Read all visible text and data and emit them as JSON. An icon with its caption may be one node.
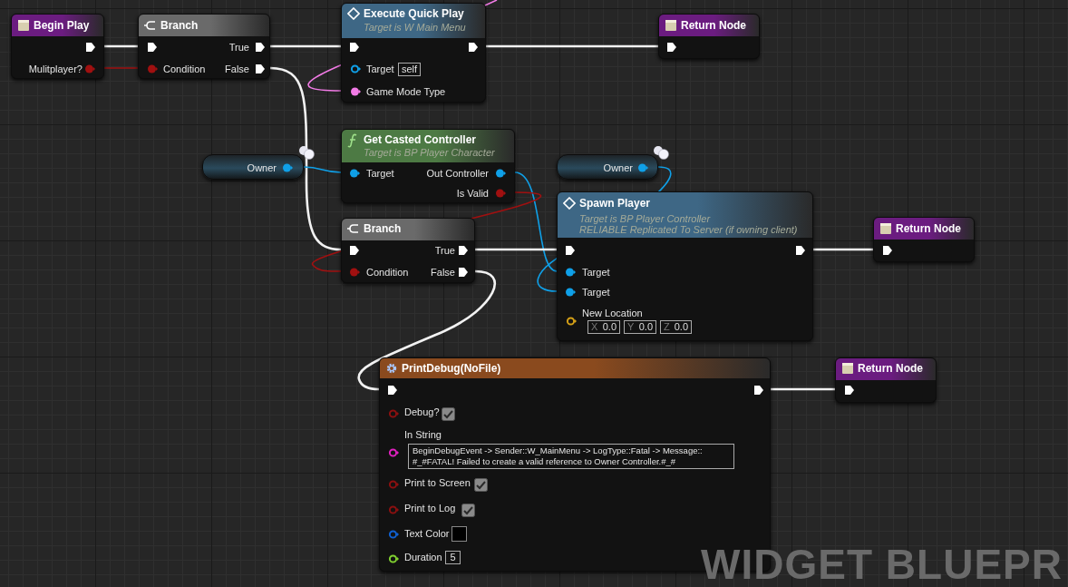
{
  "diagram": {
    "nodes": [
      {
        "text": [
          "Begin Play",
          "Mulitplayer?"
        ]
      },
      {
        "text": [
          "Branch",
          "True",
          "Condition",
          "False"
        ]
      },
      {
        "text": [
          "Execute Quick Play",
          "Target is W Main Menu",
          "Target",
          "self",
          "Game Mode Type"
        ]
      },
      {
        "text": [
          "Return Node"
        ]
      },
      {
        "text": [
          "Owner"
        ]
      },
      {
        "text": [
          "Get Casted Controller",
          "Target is BP Player Character",
          "Target",
          "Out Controller",
          "Is Valid"
        ]
      },
      {
        "text": [
          "Owner"
        ]
      },
      {
        "text": [
          "Branch",
          "True",
          "Condition",
          "False"
        ]
      },
      {
        "text": [
          "Spawn Player",
          "Target is BP Player Controller",
          "RELIABLE Replicated To Server (if owning client)",
          "Target",
          "Target",
          "New Location",
          "X",
          "0.0",
          "Y",
          "0.0",
          "Z",
          "0.0"
        ]
      },
      {
        "text": [
          "Return Node"
        ]
      },
      {
        "text": [
          "PrintDebug(NoFile)",
          "Debug?",
          "In String",
          "BeginDebugEvent -> Sender::W_MainMenu -> LogType::Fatal -> Message:: #_#FATAL! Failed to create a valid reference to Owner Controller.#_#",
          "Print to Screen",
          "Print to Log",
          "Text Color",
          "Duration",
          "5"
        ]
      },
      {
        "text": [
          "Return Node"
        ]
      }
    ],
    "edges": [
      {
        "from": 0,
        "to": 1,
        "arrow": "none"
      },
      {
        "from": 0,
        "to": 1,
        "arrow": "none",
        "color": "#a01010"
      },
      {
        "from": 1,
        "to": 2,
        "arrow": "none"
      },
      {
        "from": 1,
        "to": 7,
        "arrow": "none"
      },
      {
        "from": 2,
        "to": 3,
        "arrow": "none"
      },
      {
        "from": null,
        "to": 2,
        "arrow": "none",
        "color": "#f27be6"
      },
      {
        "from": 4,
        "to": 5,
        "arrow": "none",
        "color": "#0fa0e8"
      },
      {
        "from": 5,
        "to": 8,
        "arrow": "none",
        "color": "#0fa0e8"
      },
      {
        "from": 5,
        "to": 7,
        "arrow": "none",
        "color": "#a01010"
      },
      {
        "from": 6,
        "to": 8,
        "arrow": "none",
        "color": "#0fa0e8"
      },
      {
        "from": 7,
        "to": 8,
        "arrow": "none"
      },
      {
        "from": 7,
        "to": 10,
        "arrow": "none"
      },
      {
        "from": 8,
        "to": 9,
        "arrow": "none"
      },
      {
        "from": 10,
        "to": 11,
        "arrow": "none"
      }
    ],
    "labels": [
      "WIDGET BLUEPR"
    ]
  }
}
